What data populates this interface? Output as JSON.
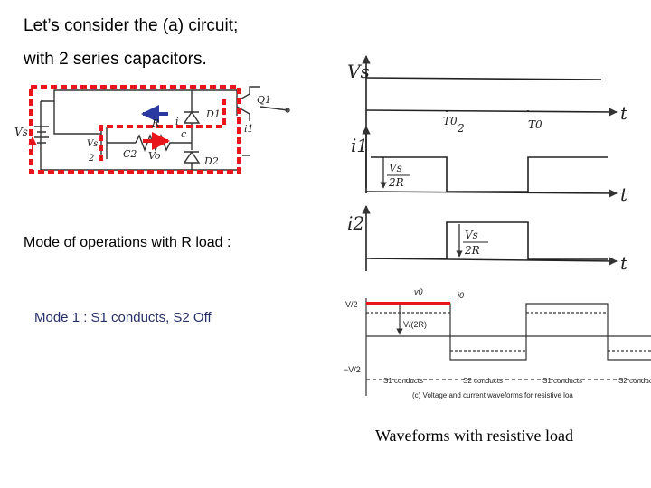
{
  "heading": {
    "line1": "Let’s consider the (a) circuit;",
    "line2": "with 2 series capacitors."
  },
  "modes": {
    "title": "Mode of operations with R load :",
    "mode1": "Mode 1 : S1 conducts, S2 Off"
  },
  "circuit": {
    "labels": {
      "vs": "Vs",
      "vs_half_top": "Vs",
      "vs_half_bottom": "2",
      "r": "R",
      "i": "i",
      "c": "c",
      "c2": "C2",
      "vo": "Vo",
      "d1": "D1",
      "d2": "D2",
      "q1": "Q1",
      "i1": "i1"
    },
    "colors": {
      "loop": "#e8161b",
      "arrow_left": "#2a3aa0",
      "arrow_right": "#e8161b",
      "wire": "#333333"
    }
  },
  "hand_waveforms": {
    "vs_axis": "Vs",
    "i1_axis": "i1",
    "i2_axis": "i2",
    "t1": "t",
    "t2": "t",
    "t3": "t",
    "half_period_num": "T0",
    "half_period_den": "2",
    "period": "T0",
    "amp1_num": "Vs",
    "amp1_den": "2R",
    "amp2_num": "Vs",
    "amp2_den": "2R"
  },
  "printed_waveform": {
    "vpos": "V/2",
    "vneg": "−V/2",
    "v0": "v0",
    "i0": "i0",
    "amp": "V/(2R)",
    "seg1": "S1 conducts",
    "seg2": "S2 conducts",
    "seg3": "S1 conducts",
    "seg4": "S2 conducts",
    "caption": "(c) Voltage and current waveforms for resistive loa",
    "highlight_color": "#e8161b"
  },
  "caption": "Waveforms with resistive load"
}
